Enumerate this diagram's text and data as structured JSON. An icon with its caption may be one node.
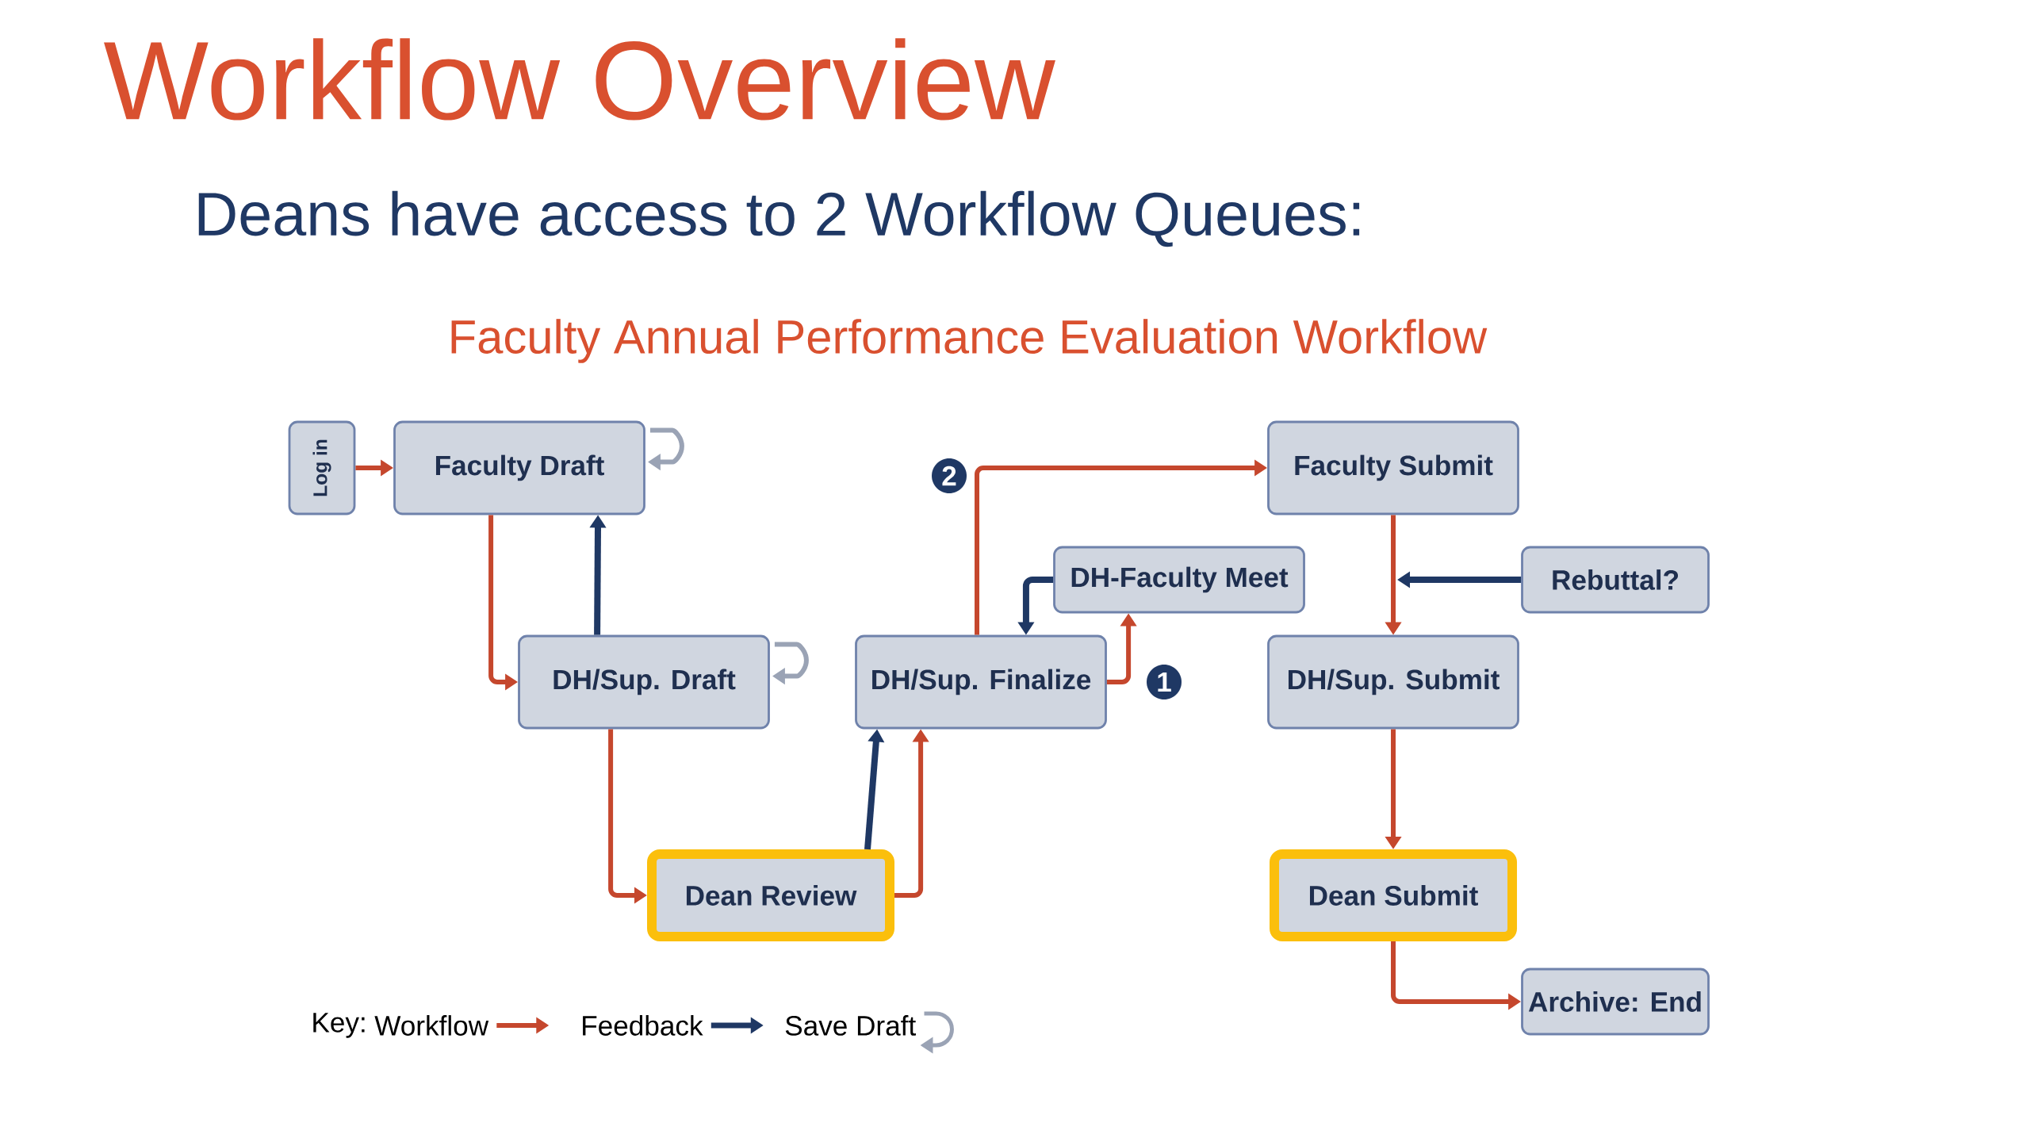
{
  "diagram": {
    "title": "Workflow Overview",
    "nodes": [
      {
        "text": [
          "Log in"
        ]
      },
      {
        "text": [
          "Faculty Draft"
        ]
      },
      {
        "text": [
          "DH/Sup. Draft"
        ]
      },
      {
        "text": [
          "Dean Review"
        ]
      },
      {
        "text": [
          "DH/Sup. Finalize"
        ]
      },
      {
        "text": [
          "DH-Faculty Meet"
        ]
      },
      {
        "text": [
          "Faculty Submit"
        ]
      },
      {
        "text": [
          "Rebuttal?"
        ]
      },
      {
        "text": [
          "DH/Sup. Submit"
        ]
      },
      {
        "text": [
          "Dean Submit"
        ]
      },
      {
        "text": [
          "Archive: End"
        ]
      }
    ],
    "edges": [
      {
        "from": 0,
        "to": 1,
        "arrow": "to"
      },
      {
        "from": 1,
        "to": 2,
        "arrow": "to"
      },
      {
        "from": 2,
        "to": 1,
        "arrow": "to",
        "color": "#1f3864"
      },
      {
        "from": 2,
        "to": 3,
        "arrow": "to"
      },
      {
        "from": 3,
        "to": 4,
        "arrow": "to",
        "color": "#1f3864"
      },
      {
        "from": 3,
        "to": 4,
        "arrow": "to"
      },
      {
        "from": 4,
        "to": 6,
        "arrow": "to",
        "label": "2"
      },
      {
        "from": 5,
        "to": 4,
        "arrow": "to",
        "color": "#1f3864"
      },
      {
        "from": 4,
        "to": 5,
        "arrow": "to",
        "label": "1"
      },
      {
        "from": 6,
        "to": 8,
        "arrow": "to"
      },
      {
        "from": 7,
        "to": null,
        "arrow": "to",
        "color": "#1f3864"
      },
      {
        "from": 8,
        "to": 9,
        "arrow": "to"
      },
      {
        "from": 9,
        "to": 10,
        "arrow": "to"
      },
      {
        "from": 1,
        "to": 1,
        "arrow": "to",
        "color": "#9aa3b5"
      },
      {
        "from": 2,
        "to": 2,
        "arrow": "to",
        "color": "#9aa3b5"
      }
    ],
    "labels": [
      "Deans have access to 2 Workflow Queues:",
      "Faculty Annual Performance Evaluation Workflow",
      "Key:"
    ],
    "legend": [
      {
        "text": "Workflow"
      },
      {
        "text": "Feedback"
      },
      {
        "text": "Save Draft"
      }
    ]
  }
}
